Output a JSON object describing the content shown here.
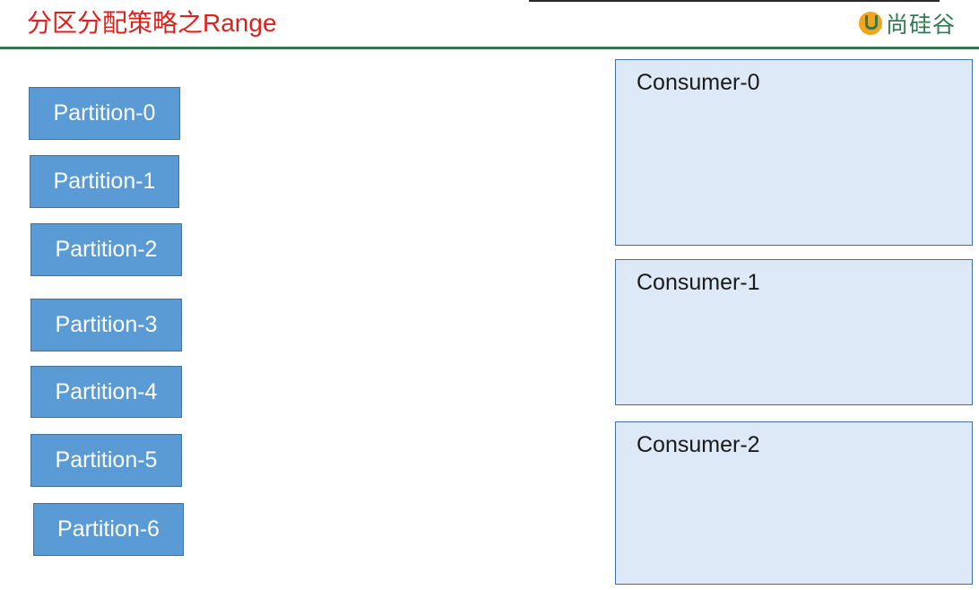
{
  "slide": {
    "title": "分区分配策略之Range"
  },
  "logo": {
    "icon": "brand-u-logo",
    "text": "尚硅谷",
    "colors": {
      "mark": "#f2a51a",
      "text": "#2f7a4e"
    }
  },
  "colors": {
    "title": "#e0201a",
    "header_rule": "#2f7a4e",
    "partition_fill": "#5b9bd5",
    "partition_border": "#41719c",
    "consumer_fill": "#dde9f6",
    "consumer_border": "#41719c"
  },
  "partitions": [
    {
      "label": "Partition-0"
    },
    {
      "label": "Partition-1"
    },
    {
      "label": "Partition-2"
    },
    {
      "label": "Partition-3"
    },
    {
      "label": "Partition-4"
    },
    {
      "label": "Partition-5"
    },
    {
      "label": "Partition-6"
    }
  ],
  "consumers": [
    {
      "label": "Consumer-0"
    },
    {
      "label": "Consumer-1"
    },
    {
      "label": "Consumer-2"
    }
  ]
}
